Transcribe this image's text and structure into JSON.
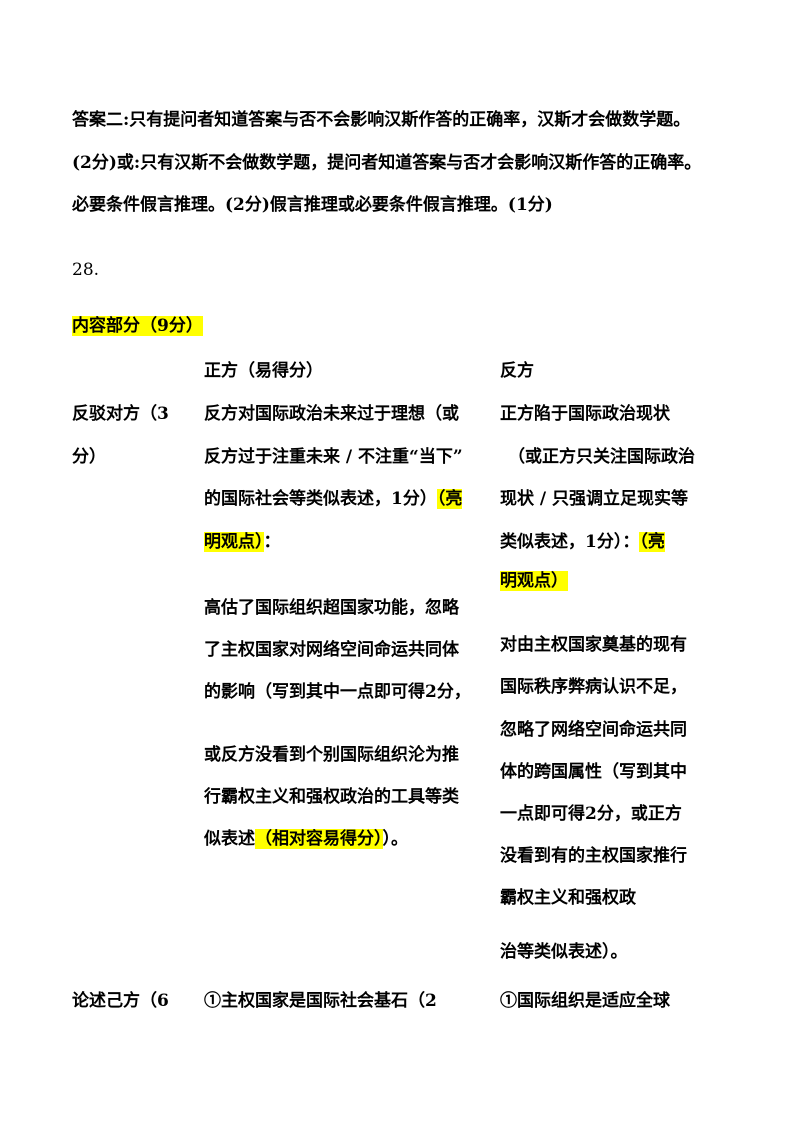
{
  "intro": {
    "line1": "答案二:只有提问者知道答案与否不会影响汉斯作答的正确率，汉斯才会做数学题。",
    "line2": "(2分)或:只有汉斯不会做数学题，提问者知道答案与否才会影响汉斯作答的正确率。",
    "line3": "必要条件假言推理。(2分)假言推理或必要条件假言推理。(1分)"
  },
  "question_number": "28.",
  "section_title": "内容部分（9分）",
  "table": {
    "header_pro": "正方（易得分）",
    "header_con": "反方",
    "row1_label_a": "反驳对方（3",
    "row1_label_b": "分）",
    "pro_p1": [
      "反方对国际政治未来过于理想（或",
      "反方过于注重未来 / 不注重“当下”",
      "的国际社会等类似表述，1分）",
      "（亮",
      "明观点）",
      "："
    ],
    "pro_p2": [
      "高估了国际组织超国家功能，忽略",
      "了主权国家对网络空间命运共同体",
      "的影响（写到其中一点即可得2分，"
    ],
    "pro_p3": [
      "或反方没看到个别国际组织沦为推",
      "行霸权主义和强权政治的工具等类",
      "似表述",
      "（相对容易得分）",
      "）。"
    ],
    "con_p1": [
      "正方陷于国际政治现状",
      "（或正方只关注国际政治",
      "现状 / 只强调立足现实等",
      "类似表述，1分）：",
      "（亮",
      "明观点）"
    ],
    "con_p2": [
      "对由主权国家奠基的现有",
      "国际秩序弊病认识不足，",
      "忽略了网络空间命运共同",
      "体的跨国属性（写到其中",
      "一点即可得2分，或正方",
      "没看到有的主权国家推行",
      "霸权主义和强权政"
    ],
    "con_p3": "治等类似表述）。",
    "row2_label": "论述己方（6",
    "row2_pro": "①主权国家是国际社会基石（2",
    "row2_con": "①国际组织是适应全球"
  }
}
